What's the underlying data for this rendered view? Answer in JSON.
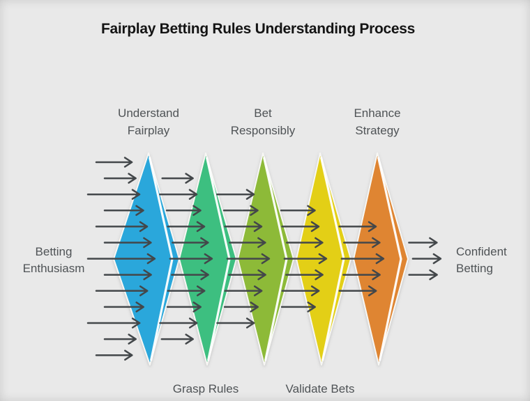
{
  "title": "Fairplay Betting Rules Understanding Process",
  "diagram": {
    "source_label": {
      "lines": [
        "Betting",
        "Enthusiasm"
      ]
    },
    "result_label": {
      "lines": [
        "Confident",
        "Betting"
      ]
    },
    "stages": [
      {
        "name": "Understand Fairplay",
        "lines": [
          "Understand",
          "Fairplay"
        ],
        "label_position": "top",
        "color": "#2AA7DB"
      },
      {
        "name": "Grasp Rules",
        "lines": [
          "Grasp Rules"
        ],
        "label_position": "bottom",
        "color": "#3DBF80"
      },
      {
        "name": "Bet Responsibly",
        "lines": [
          "Bet",
          "Responsibly"
        ],
        "label_position": "top",
        "color": "#8DBA38"
      },
      {
        "name": "Validate Bets",
        "lines": [
          "Validate Bets"
        ],
        "label_position": "bottom",
        "color": "#E3CF15"
      },
      {
        "name": "Enhance Strategy",
        "lines": [
          "Enhance",
          "Strategy"
        ],
        "label_position": "top",
        "color": "#DF8533"
      }
    ],
    "flow": {
      "input_arrow_count": 13,
      "arrows_per_column": [
        13,
        11,
        9,
        7,
        5,
        3
      ],
      "output_arrow_count": 3,
      "arrow_color": "#43474A"
    }
  },
  "colors": {
    "background": "#E9E9E9",
    "title_text": "#141414",
    "label_text": "#4F5356",
    "shape_outline": "#F7F7F4",
    "shape_stripe": "#FFFFFF"
  }
}
